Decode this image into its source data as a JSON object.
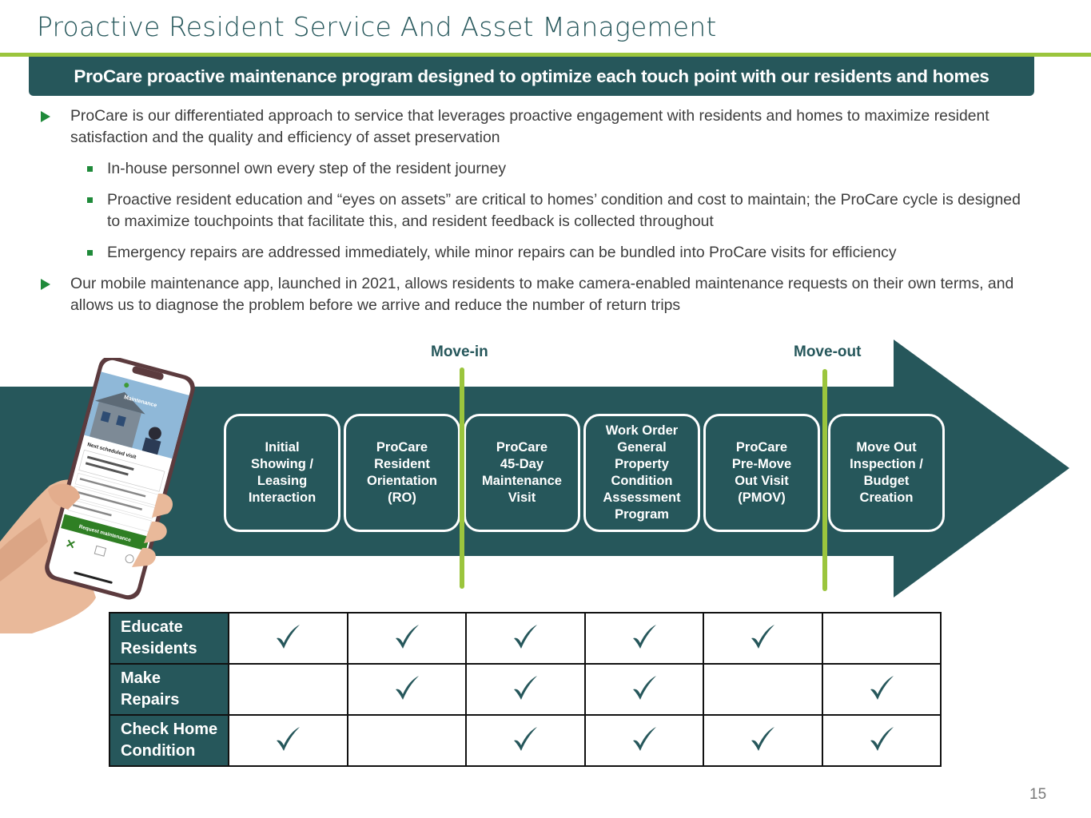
{
  "header": {
    "title": "Proactive Resident Service And Asset Management",
    "banner": "ProCare proactive maintenance program designed to optimize each touch point with our residents and homes"
  },
  "bullets": [
    {
      "level": 1,
      "text": "ProCare is our differentiated approach to service that leverages proactive engagement with residents and homes to maximize resident satisfaction and the quality and efficiency of asset preservation"
    },
    {
      "level": 2,
      "text": "In-house personnel own every step of the resident journey"
    },
    {
      "level": 2,
      "text": "Proactive resident education and “eyes on assets” are critical to homes’ condition and cost to maintain; the ProCare cycle is designed to maximize touchpoints that facilitate this, and resident feedback is collected throughout"
    },
    {
      "level": 2,
      "text": "Emergency repairs are addressed immediately, while minor repairs can be bundled into ProCare visits for efficiency"
    },
    {
      "level": 1,
      "text": "Our mobile maintenance app, launched in 2021, allows residents to make camera-enabled maintenance requests on their own terms, and allows us to diagnose the problem before we arrive and reduce the number of return trips"
    }
  ],
  "process": {
    "markers": {
      "move_in": "Move-in",
      "move_out": "Move-out"
    },
    "stages": [
      "Initial\nShowing /\nLeasing\nInteraction",
      "ProCare\nResident\nOrientation\n(RO)",
      "ProCare\n45-Day\nMaintenance\nVisit",
      "Work Order\nGeneral\nProperty\nCondition\nAssessment\nProgram",
      "ProCare\nPre-Move\nOut Visit\n(PMOV)",
      "Move Out\nInspection /\nBudget\nCreation"
    ]
  },
  "phone": {
    "screen_title": "Maintenance",
    "next_visit_label": "Next scheduled visit",
    "request_button": "Request maintenance"
  },
  "matrix": {
    "rows": [
      {
        "label": "Educate\nResidents",
        "checks": [
          true,
          true,
          true,
          true,
          true,
          false
        ]
      },
      {
        "label": "Make\nRepairs",
        "checks": [
          false,
          true,
          true,
          true,
          false,
          true
        ]
      },
      {
        "label": "Check Home\nCondition",
        "checks": [
          true,
          false,
          true,
          true,
          true,
          true
        ]
      }
    ]
  },
  "colors": {
    "brand_teal": "#26575b",
    "accent_green": "#9bc53d",
    "bullet_green": "#1f8a3a"
  },
  "footer": {
    "page_number": "15"
  }
}
